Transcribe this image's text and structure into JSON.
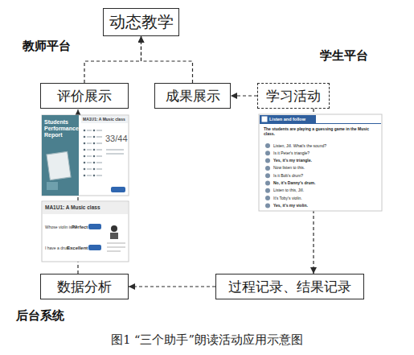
{
  "diagram": {
    "caption": "图1 “三个助手”朗读活动应用示意图",
    "nodes": [
      {
        "text": [
          "动态教学"
        ]
      },
      {
        "text": [
          "评价展示"
        ]
      },
      {
        "text": [
          "成果展示"
        ]
      },
      {
        "text": [
          "学习活动"
        ]
      },
      {
        "text": [
          "数据分析"
        ]
      },
      {
        "text": [
          "过程记录、结果记录"
        ]
      }
    ],
    "edges": [
      {
        "from": 1,
        "to": 0,
        "arrow": "to"
      },
      {
        "from": 2,
        "to": 0,
        "arrow": "to"
      },
      {
        "from": 3,
        "to": 2,
        "arrow": "to"
      },
      {
        "from": 3,
        "to": 5,
        "arrow": "to"
      },
      {
        "from": 5,
        "to": 4,
        "arrow": "to"
      },
      {
        "from": 4,
        "to": 1,
        "arrow": "to"
      }
    ],
    "labels": [
      "教师平台",
      "学生平台",
      "后台系统",
      "Students Performance Report",
      "MA1U1: A Music class",
      "33/44",
      "MA1U1: A Music class",
      "Whose violin is it?",
      "Perfect",
      "I have a drum",
      "Excellent",
      "Listen and follow",
      "The students are playing a guessing game in the Music class.",
      "Listen, Jill. What's the sound?",
      "Is it Peter's triangle?",
      "Yes, it's my triangle.",
      "Now listen to this.",
      "Is it Bob's drum?",
      "No, it's Danny's drum.",
      "Listen to this, Jill.",
      "It's Toby's violin.",
      "Yes, it's my violin."
    ]
  }
}
